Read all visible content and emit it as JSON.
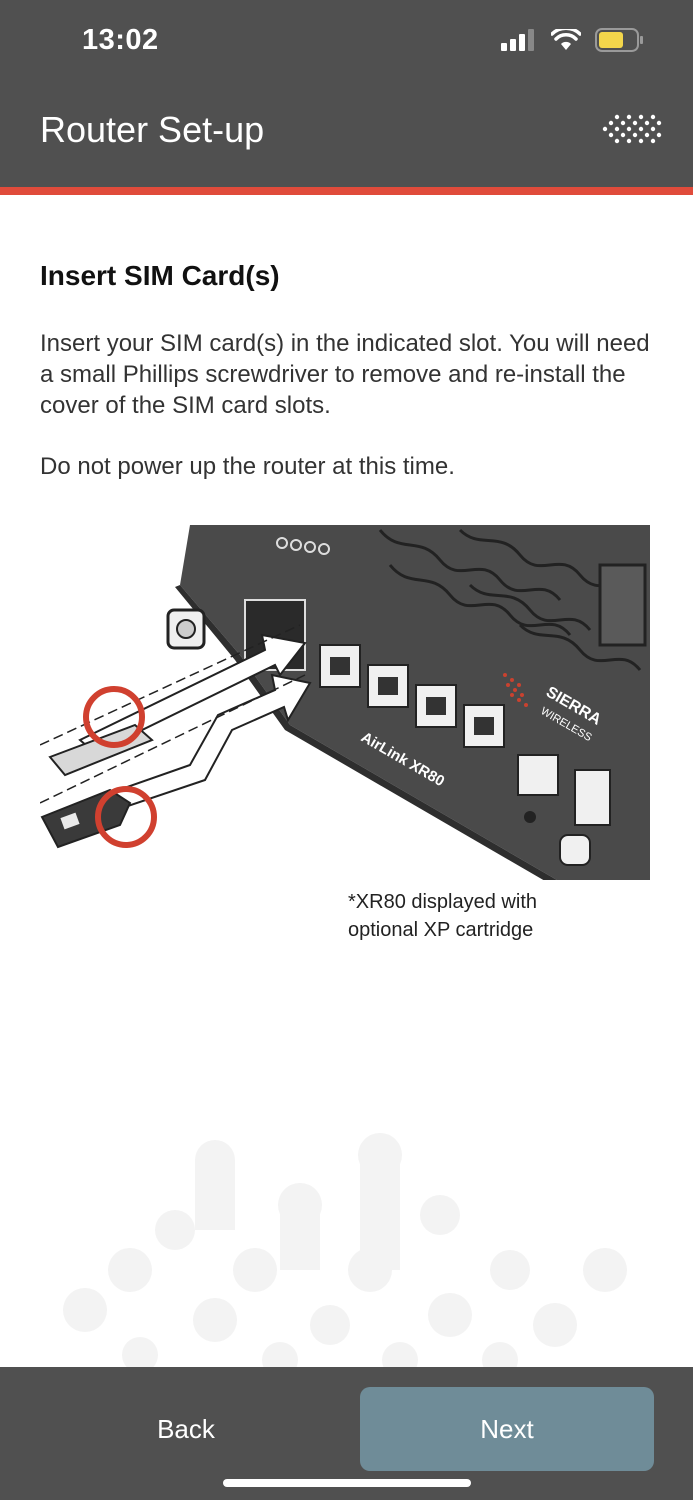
{
  "status_bar": {
    "time": "13:02",
    "icons": [
      "signal-icon",
      "wifi-icon",
      "battery-icon"
    ]
  },
  "header": {
    "title": "Router Set-up",
    "logo": "sierra-wave-logo-icon"
  },
  "content": {
    "heading": "Insert SIM Card(s)",
    "paragraph1": "Insert your SIM card(s) in the indicated slot. You will need a small Phillips screwdriver to remove and re-install the cover of the SIM card slots.",
    "paragraph2": "Do not power up the router at this time."
  },
  "illustration": {
    "brand_line1": "SIERRA",
    "brand_line2": "WIRELESS",
    "model": "AirLink XR80",
    "caption_line1": "*XR80 displayed with",
    "caption_line2": "optional XP cartridge"
  },
  "footer": {
    "back_label": "Back",
    "next_label": "Next"
  },
  "colors": {
    "header_bg": "#505050",
    "accent": "#e04b3b",
    "next_button": "#6f8c98",
    "highlight_circle": "#d0402f"
  }
}
